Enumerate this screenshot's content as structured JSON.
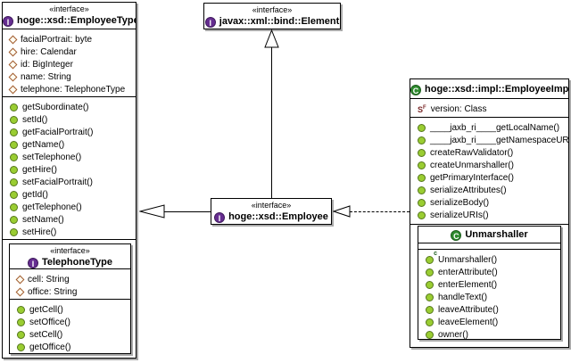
{
  "icons": {
    "interface_badge": "I",
    "class_badge": "C"
  },
  "colors": {
    "interface_badge_bg": "#662D91",
    "class_badge_bg": "#2E8B2E",
    "method_dot": "#9ACD32",
    "method_dot_border": "#55771C",
    "field_diamond_border": "#A05A2C",
    "static_final_text": "#7B2A2A",
    "box_border": "#000000",
    "box_shadow": "#AAAAAA"
  },
  "classes": {
    "employee_type": {
      "stereotype": "«interface»",
      "name": "hoge::xsd::EmployeeType",
      "attributes": [
        {
          "label": "facialPortrait: byte",
          "icon": "field"
        },
        {
          "label": "hire: Calendar",
          "icon": "field"
        },
        {
          "label": "id: BigInteger",
          "icon": "field"
        },
        {
          "label": "name: String",
          "icon": "field"
        },
        {
          "label": "telephone: TelephoneType",
          "icon": "field"
        }
      ],
      "methods": [
        {
          "label": "getSubordinate()",
          "icon": "method"
        },
        {
          "label": "setId()",
          "icon": "method"
        },
        {
          "label": "getFacialPortrait()",
          "icon": "method"
        },
        {
          "label": "getName()",
          "icon": "method"
        },
        {
          "label": "setTelephone()",
          "icon": "method"
        },
        {
          "label": "getHire()",
          "icon": "method"
        },
        {
          "label": "setFacialPortrait()",
          "icon": "method"
        },
        {
          "label": "getId()",
          "icon": "method"
        },
        {
          "label": "getTelephone()",
          "icon": "method"
        },
        {
          "label": "setName()",
          "icon": "method"
        },
        {
          "label": "setHire()",
          "icon": "method"
        }
      ]
    },
    "telephone_type": {
      "stereotype": "«interface»",
      "name": "TelephoneType",
      "attributes": [
        {
          "label": "cell: String",
          "icon": "field"
        },
        {
          "label": "office: String",
          "icon": "field"
        }
      ],
      "methods": [
        {
          "label": "getCell()",
          "icon": "method"
        },
        {
          "label": "setOffice()",
          "icon": "method"
        },
        {
          "label": "setCell()",
          "icon": "method"
        },
        {
          "label": "getOffice()",
          "icon": "method"
        }
      ]
    },
    "element": {
      "stereotype": "«interface»",
      "name": "javax::xml::bind::Element"
    },
    "employee": {
      "stereotype": "«interface»",
      "name": "hoge::xsd::Employee"
    },
    "employee_impl": {
      "name": "hoge::xsd::impl::EmployeeImpl",
      "attributes": [
        {
          "label": "version: Class",
          "icon": "sfield"
        }
      ],
      "methods": [
        {
          "label": "____jaxb_ri____getLocalName()",
          "icon": "method"
        },
        {
          "label": "____jaxb_ri____getNamespaceURI()",
          "icon": "method"
        },
        {
          "label": "createRawValidator()",
          "icon": "method"
        },
        {
          "label": "createUnmarshaller()",
          "icon": "method"
        },
        {
          "label": "getPrimaryInterface()",
          "icon": "method"
        },
        {
          "label": "serializeAttributes()",
          "icon": "method"
        },
        {
          "label": "serializeBody()",
          "icon": "method"
        },
        {
          "label": "serializeURIs()",
          "icon": "method"
        }
      ]
    },
    "unmarshaller": {
      "name": "Unmarshaller",
      "methods": [
        {
          "label": "Unmarshaller()",
          "icon": "ctor"
        },
        {
          "label": "enterAttribute()",
          "icon": "method"
        },
        {
          "label": "enterElement()",
          "icon": "method"
        },
        {
          "label": "handleText()",
          "icon": "method"
        },
        {
          "label": "leaveAttribute()",
          "icon": "method"
        },
        {
          "label": "leaveElement()",
          "icon": "method"
        },
        {
          "label": "owner()",
          "icon": "method"
        }
      ]
    }
  }
}
